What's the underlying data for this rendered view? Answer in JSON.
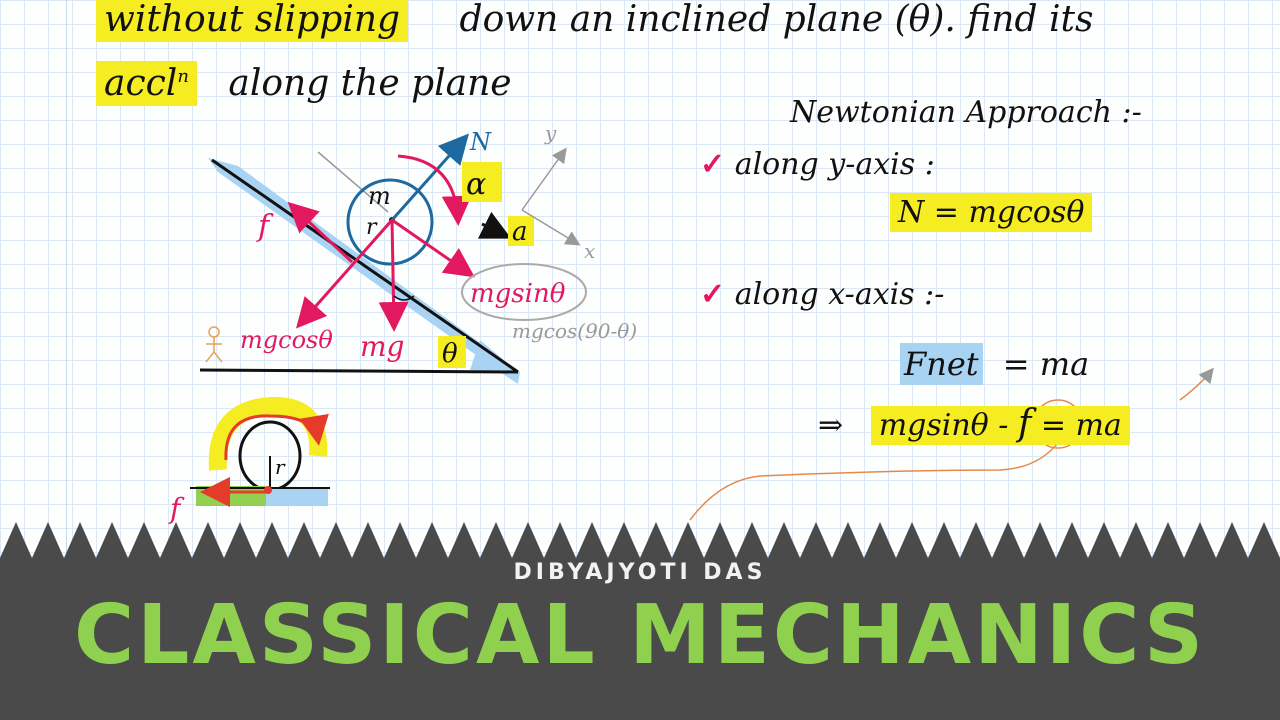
{
  "notes": {
    "line1_highlight": "without slipping",
    "line1_rest": "down an inclined plane (θ). find its",
    "line2_highlight": "accl",
    "line2_sup": "n",
    "line2_rest": "along the plane"
  },
  "diagram": {
    "label_N": "N",
    "label_alpha": "α",
    "label_m": "m",
    "label_r": "r",
    "label_a": "a",
    "label_y": "y",
    "label_x": "x",
    "label_f": "f",
    "label_mgsin": "mgsinθ",
    "label_mgcos": "mgcosθ",
    "label_mg": "mg",
    "label_theta": "θ",
    "label_mgcos90": "mgcos(90-θ)",
    "small_r": "r",
    "small_f": "f"
  },
  "solution": {
    "heading": "Newtonian Approach :-",
    "check_mark": "✓",
    "y_axis_label": "along y-axis :",
    "eq_N": "N = mgcosθ",
    "x_axis_label": "along x-axis :-",
    "fnet": "Fnet",
    "fnet_rest": "= ma",
    "implies": "⇒",
    "eq2_left": "mgsinθ -",
    "eq2_f": "f",
    "eq2_right": "= ma"
  },
  "banner": {
    "author": "DIBYAJYOTI DAS",
    "title": "CLASSICAL MECHANICS",
    "background": "#4a4a4a",
    "title_color": "#8fd14f"
  }
}
